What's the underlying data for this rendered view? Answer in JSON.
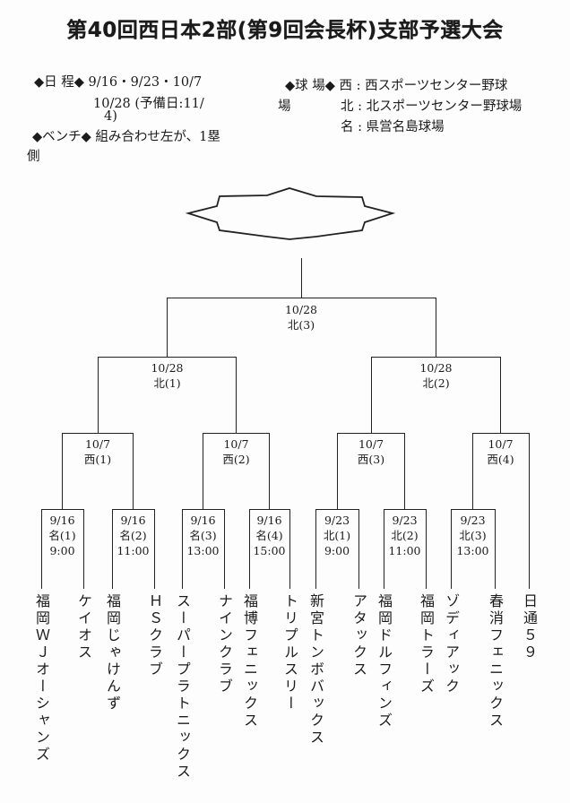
{
  "header": {
    "title": "第40回西日本2部(第9回会長杯)支部予選大会",
    "schedule": {
      "line1": "◆日 程◆ 9/16・9/23・10/7",
      "line2": "10/28 (予備日:11/",
      "line3": "4)",
      "line4": "◆ベンチ◆ 組み合わせ左が、1塁",
      "line5": "側"
    },
    "venue": {
      "line1": "◆球 場◆ 西 : 西スポーツセンター野球",
      "line2a": "場",
      "line2b": "北 : 北スポーツセンター野球場",
      "line3": "名 : 県営名島球場"
    }
  },
  "icons": {
    "champion_burst": "8-point-burst-outline"
  },
  "bracket": {
    "final": {
      "date": "10/28",
      "venue": "北(3)"
    },
    "semifinals": [
      {
        "date": "10/28",
        "venue": "北(1)"
      },
      {
        "date": "10/28",
        "venue": "北(2)"
      }
    ],
    "quarterfinals": [
      {
        "date": "10/7",
        "venue": "西(1)"
      },
      {
        "date": "10/7",
        "venue": "西(2)"
      },
      {
        "date": "10/7",
        "venue": "西(3)"
      },
      {
        "date": "10/7",
        "venue": "西(4)"
      }
    ],
    "round1": [
      {
        "date": "9/16",
        "venue": "名(1)",
        "time": "9:00"
      },
      {
        "date": "9/16",
        "venue": "名(2)",
        "time": "11:00"
      },
      {
        "date": "9/16",
        "venue": "名(3)",
        "time": "13:00"
      },
      {
        "date": "9/16",
        "venue": "名(4)",
        "time": "15:00"
      },
      {
        "date": "9/23",
        "venue": "北(1)",
        "time": "9:00"
      },
      {
        "date": "9/23",
        "venue": "北(2)",
        "time": "11:00"
      },
      {
        "date": "9/23",
        "venue": "北(3)",
        "time": "13:00"
      }
    ],
    "teams": [
      "福岡ＷＪオーシャンズ",
      "ケイオス",
      "福岡じゃけんず",
      "ＨＳクラブ",
      "スーパープラトニックス",
      "ナインクラブ",
      "福博フェニックス",
      "トリプルスリー",
      "新宮トンボバックス",
      "アタックス",
      "福岡ドルフィンズ",
      "福岡トラーズ",
      "ゾディアック",
      "春消フェニックス",
      "日通５９"
    ]
  }
}
